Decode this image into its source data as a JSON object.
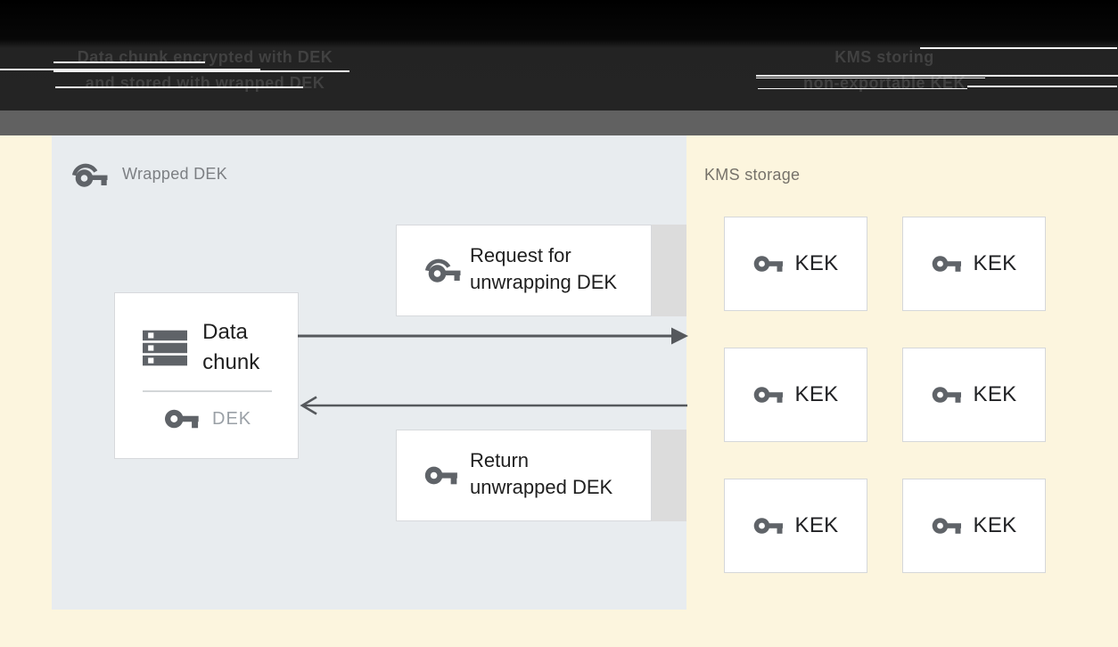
{
  "header": {
    "left_caption_lines": [
      "Data chunk encrypted with DEK",
      "and stored with wrapped DEK"
    ],
    "right_caption_lines": [
      "KMS storing",
      "non-exportable KEK"
    ]
  },
  "wrapped_dek_panel": {
    "label": "Wrapped DEK",
    "data_chunk_box": {
      "title_lines": [
        "Data",
        "chunk"
      ],
      "key_label": "DEK"
    },
    "request_box": {
      "lines": [
        "Request for",
        "unwrapping DEK"
      ]
    },
    "return_box": {
      "lines": [
        "Return",
        "unwrapped DEK"
      ]
    }
  },
  "kms_storage": {
    "label": "KMS storage",
    "keys": [
      {
        "label": "KEK"
      },
      {
        "label": "KEK"
      },
      {
        "label": "KEK"
      },
      {
        "label": "KEK"
      },
      {
        "label": "KEK"
      },
      {
        "label": "KEK"
      }
    ]
  },
  "icons": {
    "wrapped_key": "wrapped-key-icon",
    "solid_key": "key-icon",
    "data_chunk": "storage-stack-icon",
    "arrow_right": "arrow-right-icon",
    "arrow_left": "arrow-left-icon"
  },
  "colors": {
    "header_bg_top": "#000000",
    "header_bg_bottom": "#242424",
    "header_text": "#414141",
    "glitch_line": "#ffffff",
    "divider_band": "#616161",
    "page_bg": "#fcf5de",
    "panel_bg": "#e8ecef",
    "card_bg": "#ffffff",
    "card_border": "#d7d9dc",
    "card_shadow_strip": "#dcdcdc",
    "icon_gray": "#5f6368",
    "arrow_gray": "#55585c",
    "wrapped_dek_label_text": "#7c7f83",
    "kms_storage_label_text": "#76726a",
    "primary_text": "#1f1f1f",
    "dek_label_text": "#9aa0a6"
  }
}
